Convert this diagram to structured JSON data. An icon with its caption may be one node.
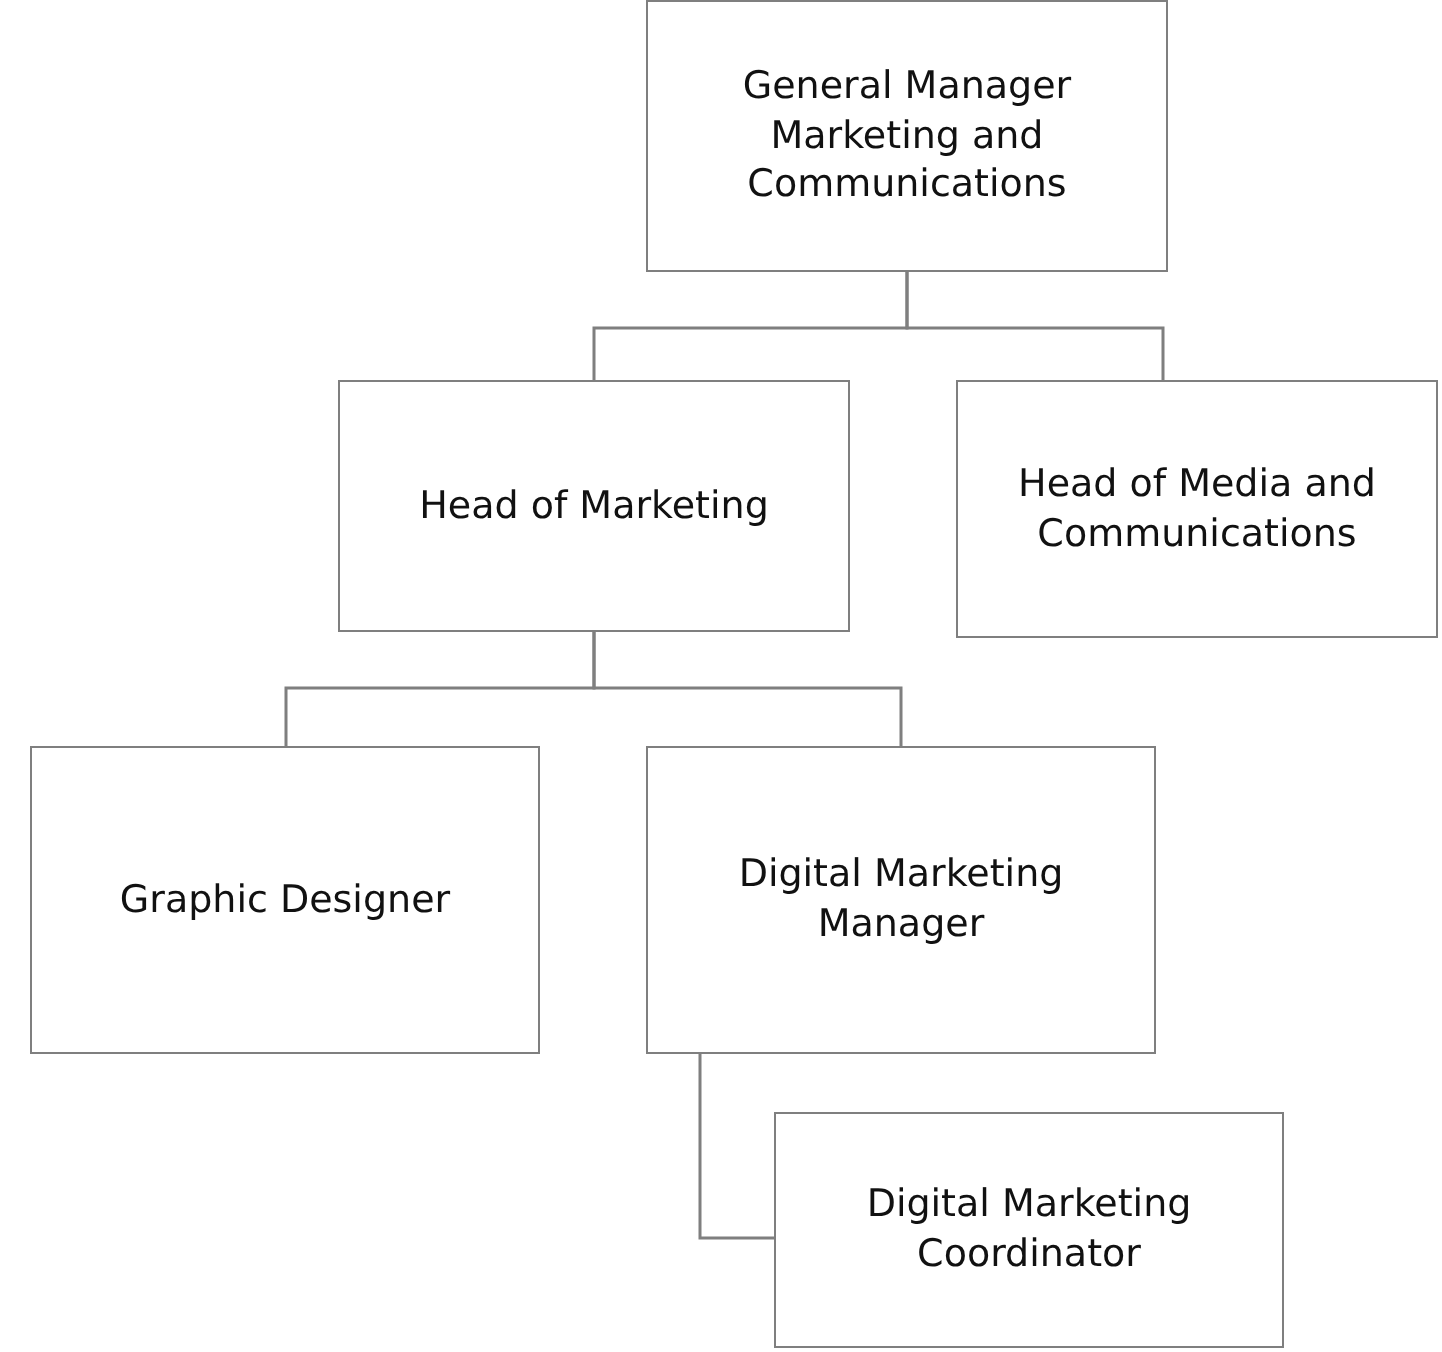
{
  "diagram": {
    "nodes": [
      {
        "text": [
          "General Manager Marketing and Communications"
        ]
      },
      {
        "text": [
          "Head of Marketing"
        ]
      },
      {
        "text": [
          "Head of Media and Communications"
        ]
      },
      {
        "text": [
          "Graphic Designer"
        ]
      },
      {
        "text": [
          "Digital Marketing Manager"
        ]
      },
      {
        "text": [
          "Digital Marketing Coordinator"
        ]
      }
    ],
    "edges": [
      {
        "from": 0,
        "to": 1,
        "arrow": "none"
      },
      {
        "from": 0,
        "to": 2,
        "arrow": "none"
      },
      {
        "from": 1,
        "to": 3,
        "arrow": "none"
      },
      {
        "from": 1,
        "to": 4,
        "arrow": "none"
      },
      {
        "from": 4,
        "to": 5,
        "arrow": "none"
      }
    ]
  }
}
